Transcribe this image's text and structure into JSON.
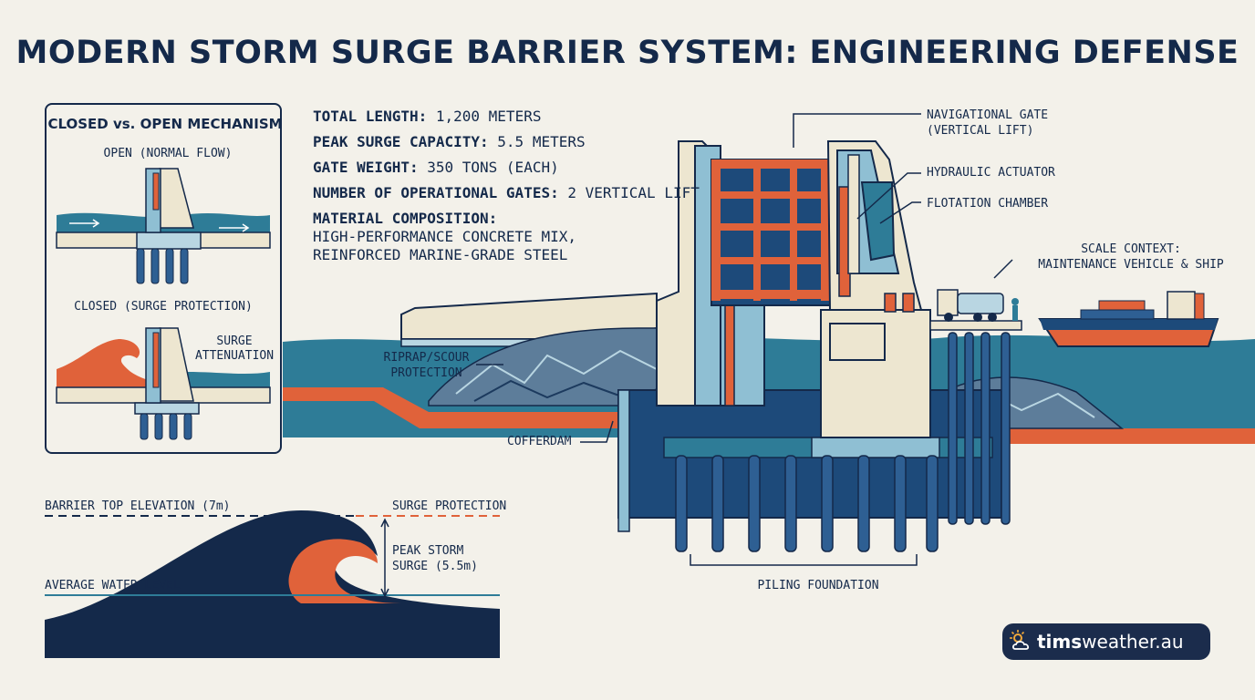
{
  "title": "MODERN STORM SURGE BARRIER SYSTEM: ENGINEERING DEFENSE",
  "inset": {
    "title": "CLOSED vs. OPEN MECHANISM",
    "open_label": "OPEN (NORMAL FLOW)",
    "closed_label": "CLOSED (SURGE PROTECTION)",
    "surge_label_1": "SURGE",
    "surge_label_2": "ATTENUATION"
  },
  "specs": [
    {
      "key": "TOTAL LENGTH:",
      "value": " 1,200 METERS"
    },
    {
      "key": "PEAK SURGE CAPACITY:",
      "value": " 5.5 METERS"
    },
    {
      "key": "GATE WEIGHT:",
      "value": " 350 TONS (EACH)"
    },
    {
      "key": "NUMBER OF OPERATIONAL GATES:",
      "value": " 2 VERTICAL LIFT"
    }
  ],
  "material": {
    "key": "MATERIAL COMPOSITION:",
    "line1": "HIGH-PERFORMANCE CONCRETE MIX,",
    "line2": "REINFORCED MARINE-GRADE STEEL"
  },
  "callouts": {
    "nav_gate_1": "NAVIGATIONAL GATE",
    "nav_gate_2": "(VERTICAL LIFT)",
    "hydraulic": "HYDRAULIC ACTUATOR",
    "flotation": "FLOTATION CHAMBER",
    "scale_1": "SCALE CONTEXT:",
    "scale_2": "MAINTENANCE VEHICLE & SHIP",
    "riprap_1": "RIPRAP/SCOUR",
    "riprap_2": "PROTECTION",
    "cofferdam": "COFFERDAM",
    "piling": "PILING FOUNDATION"
  },
  "levels": {
    "barrier_top": "BARRIER TOP ELEVATION (7m)",
    "surge_protection": "SURGE PROTECTION",
    "peak_1": "PEAK STORM",
    "peak_2": "SURGE (5.5m)",
    "avg_water": "AVERAGE WATER LEVEL"
  },
  "brand": {
    "bold": "tims",
    "rest": "weather.au",
    "icon": "sun-cloud-icon"
  },
  "colors": {
    "navy": "#14294a",
    "teal": "#2e7c97",
    "orange": "#e0623a",
    "cream": "#ede6d0",
    "light_blue": "#8fbfd3"
  }
}
